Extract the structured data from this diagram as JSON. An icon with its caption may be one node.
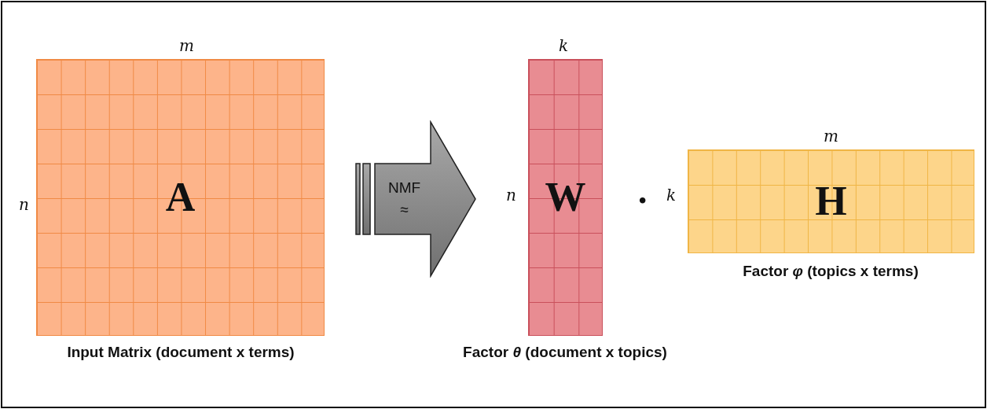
{
  "diagram": {
    "nodes": [
      {
        "text": [
          "A"
        ],
        "beside": [
          "Input Matrix (document x terms)"
        ]
      },
      {
        "text": [
          "NMF",
          "≈"
        ]
      },
      {
        "text": [
          "W"
        ],
        "beside": [
          "Factor *θ* (document x topics)"
        ]
      },
      {
        "text": [
          "H"
        ],
        "beside": [
          "Factor *φ* (topics x terms)"
        ]
      }
    ],
    "edges": [],
    "labels": [
      "m",
      "n",
      "k",
      "n",
      "•",
      "m",
      "k"
    ]
  }
}
